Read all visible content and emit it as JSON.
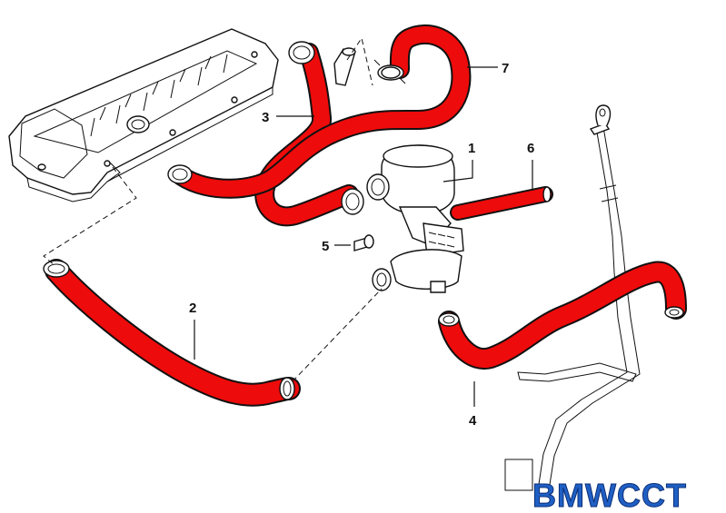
{
  "diagram": {
    "callouts": [
      {
        "id": "1",
        "text": "1"
      },
      {
        "id": "2",
        "text": "2"
      },
      {
        "id": "3",
        "text": "3"
      },
      {
        "id": "4",
        "text": "4"
      },
      {
        "id": "5",
        "text": "5"
      },
      {
        "id": "6",
        "text": "6"
      },
      {
        "id": "7",
        "text": "7"
      }
    ],
    "watermark": "BMWCCT",
    "colors": {
      "hose": "#ee0b0b",
      "outline": "#111111",
      "logo_fill": "#1f5fc4",
      "logo_stroke": "#0c2f77",
      "background": "#ffffff"
    }
  }
}
